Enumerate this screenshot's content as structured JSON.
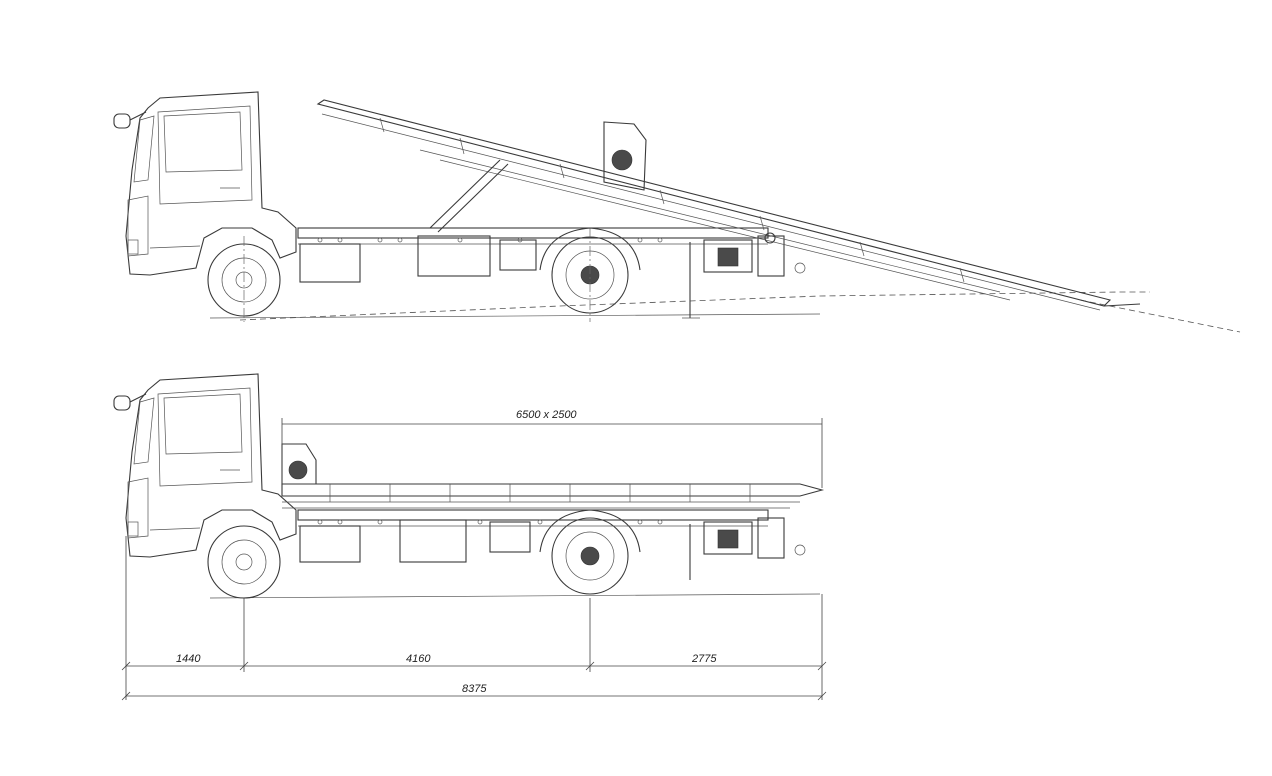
{
  "dimensions": {
    "platform_size": "6500 x 2500",
    "front_overhang": "1440",
    "wheelbase": "4160",
    "rear_overhang": "2775",
    "overall_length": "8375"
  },
  "colors": {
    "line": "#3a3a3a",
    "background": "#ffffff"
  }
}
